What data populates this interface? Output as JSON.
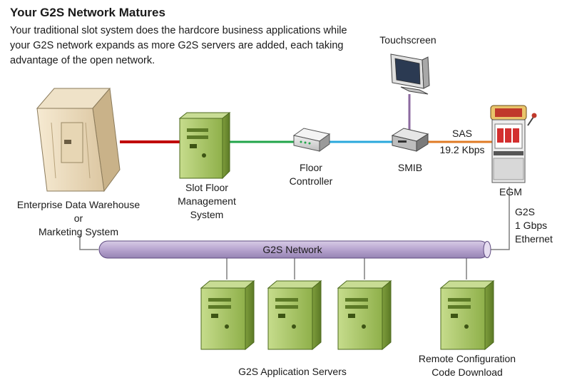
{
  "header": {
    "title": "Your G2S Network Matures",
    "description": "Your traditional slot system does the hardcore business applications while your G2S network expands as more G2S servers are added, each taking advantage of the open network."
  },
  "nodes": {
    "warehouse_line1": "Enterprise Data Warehouse",
    "warehouse_line2": "or",
    "warehouse_line3": "Marketing System",
    "slot_floor_line1": "Slot Floor",
    "slot_floor_line2": "Management",
    "slot_floor_line3": "System",
    "floor_ctrl_line1": "Floor",
    "floor_ctrl_line2": "Controller",
    "smib": "SMIB",
    "touchscreen": "Touchscreen",
    "egm": "EGM",
    "sas_line1": "SAS",
    "sas_line2": "19.2 Kbps",
    "g2s_link_line1": "G2S",
    "g2s_link_line2": "1 Gbps",
    "g2s_link_line3": "Ethernet",
    "network": "G2S Network",
    "app_servers": "G2S Application Servers",
    "remote_line1": "Remote Configuration",
    "remote_line2": "Code Download"
  },
  "colors": {
    "link_red": "#c00000",
    "link_green": "#22a54a",
    "link_blue": "#2aa8dc",
    "link_orange": "#e07b24",
    "link_purple": "#8c6aa0",
    "network_pipe": "#b7a4cf",
    "server_green": "#9bbb59"
  }
}
